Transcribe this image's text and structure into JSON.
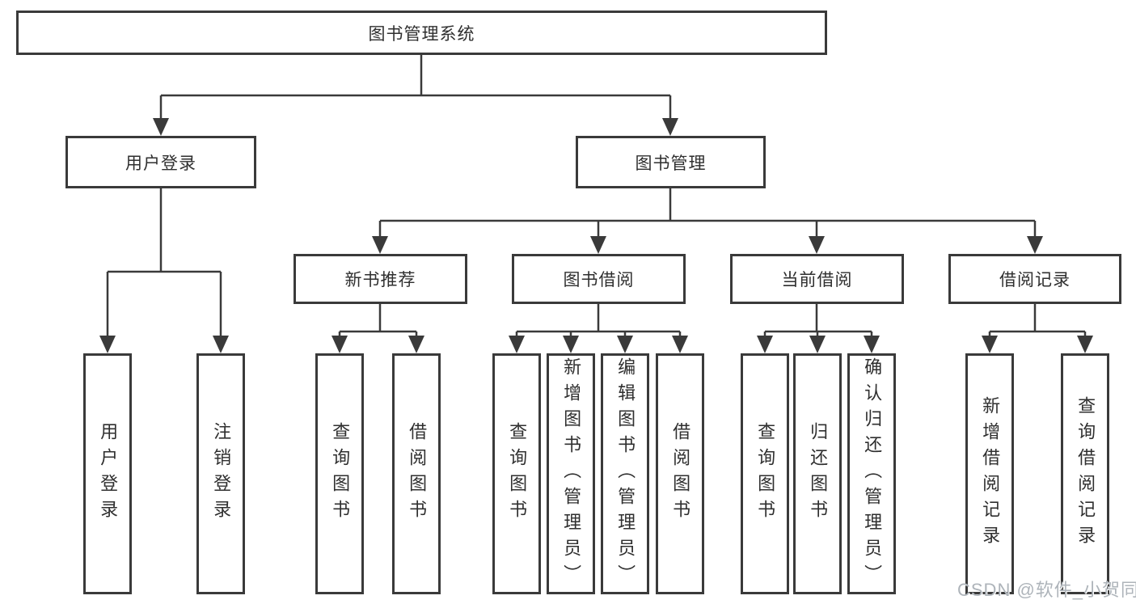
{
  "colors": {
    "line": "#3a3a3a",
    "box_border": "#3a3a3a",
    "box_fill": "#ffffff",
    "text": "#2f2f2f",
    "watermark": "#aeb4ba"
  },
  "watermark": {
    "text": "CSDN @软件_小贺同学"
  },
  "tree": {
    "label": "图书管理系统",
    "children": [
      {
        "label": "用户登录",
        "children": [
          {
            "label": "用户登录"
          },
          {
            "label": "注销登录"
          }
        ]
      },
      {
        "label": "图书管理",
        "children": [
          {
            "label": "新书推荐",
            "children": [
              {
                "label": "查询图书"
              },
              {
                "label": "借阅图书"
              }
            ]
          },
          {
            "label": "图书借阅",
            "children": [
              {
                "label": "查询图书"
              },
              {
                "label": "新增图书（管理员）"
              },
              {
                "label": "编辑图书（管理员）"
              },
              {
                "label": "借阅图书"
              }
            ]
          },
          {
            "label": "当前借阅",
            "children": [
              {
                "label": "查询图书"
              },
              {
                "label": "归还图书"
              },
              {
                "label": "确认归还（管理员）"
              }
            ]
          },
          {
            "label": "借阅记录",
            "children": [
              {
                "label": "新增借阅记录"
              },
              {
                "label": "查询借阅记录"
              }
            ]
          }
        ]
      }
    ]
  }
}
